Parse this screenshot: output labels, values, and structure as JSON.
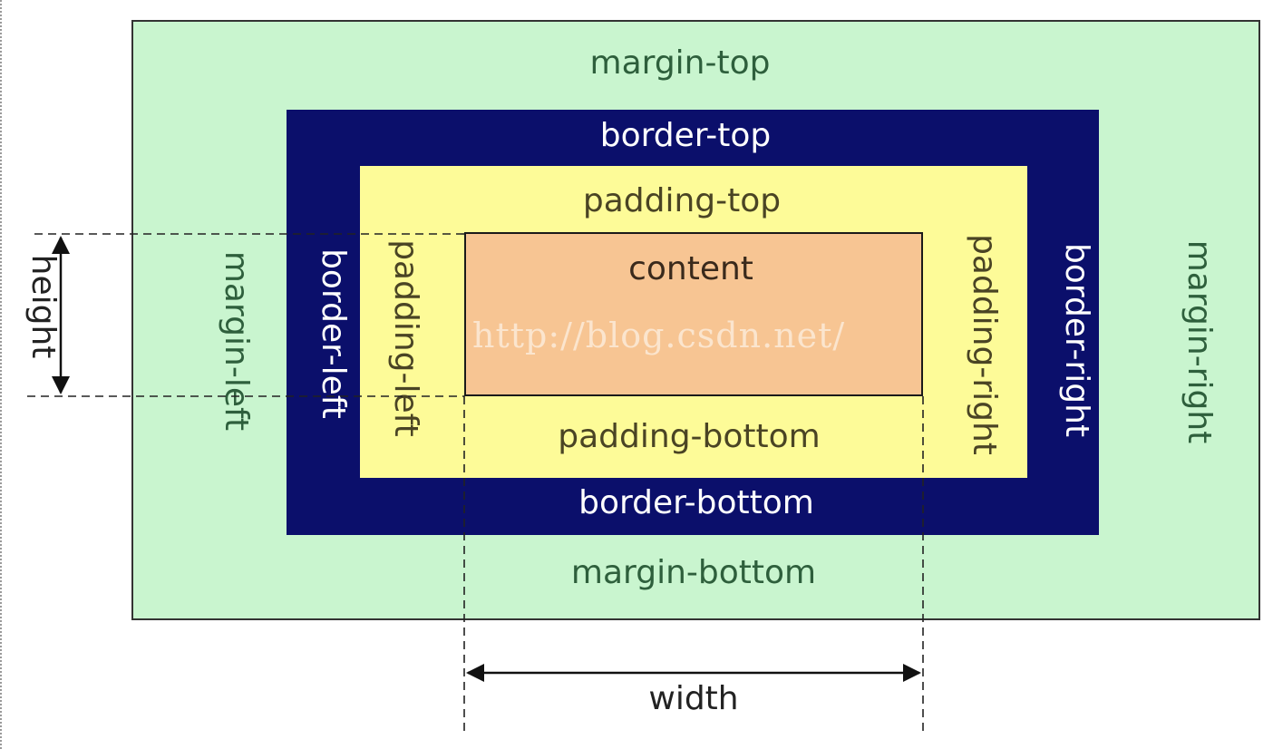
{
  "colors": {
    "margin": "#c9f5cf",
    "border": "#0b0f6b",
    "padding": "#fdfb98",
    "content": "#f7c593"
  },
  "labels": {
    "margin_top": "margin-top",
    "margin_left": "margin-left",
    "margin_right": "margin-right",
    "margin_bottom": "margin-bottom",
    "border_top": "border-top",
    "border_left": "border-left",
    "border_right": "border-right",
    "border_bottom": "border-bottom",
    "padding_top": "padding-top",
    "padding_left": "padding-left",
    "padding_right": "padding-right",
    "padding_bottom": "padding-bottom",
    "content": "content",
    "height": "height",
    "width": "width"
  },
  "watermark": "http://blog.csdn.net/"
}
